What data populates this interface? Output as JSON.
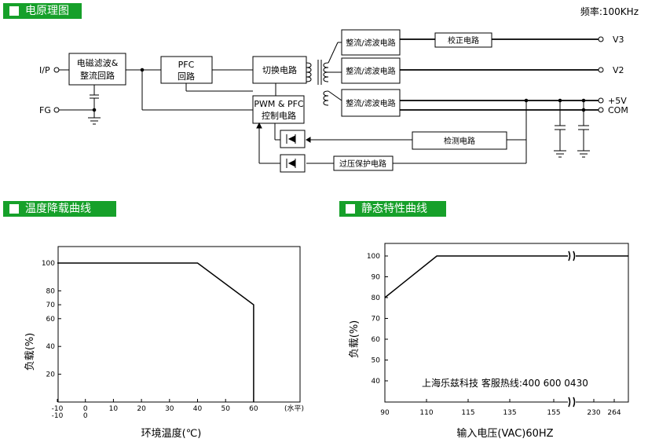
{
  "headers": {
    "schematic": "电原理图",
    "derating": "温度降载曲线",
    "static": "静态特性曲线"
  },
  "frequency": "频率:100KHz",
  "schematic": {
    "ip": "I/P",
    "fg": "FG",
    "emi_line1": "电磁滤波&",
    "emi_line2": "整流回路",
    "pfc_line1": "PFC",
    "pfc_line2": "回路",
    "switch": "切换电路",
    "pwm_line1": "PWM & PFC",
    "pwm_line2": "控制电路",
    "rect1": "整流/滤波电路",
    "rect2": "整流/滤波电路",
    "rect3": "整流/滤波电路",
    "correct": "校正电路",
    "detect": "检测电路",
    "ovp": "过压保护电路",
    "v3": "V3",
    "v2": "V2",
    "v5": "+5V",
    "com": "COM"
  },
  "chart_data": [
    {
      "type": "line",
      "xlabel": "环境温度(℃)",
      "ylabel": "负载(%)",
      "x_ticks": [
        "-10",
        "0",
        "10",
        "20",
        "30",
        "40",
        "50",
        "60"
      ],
      "x_ticks_row2": [
        "-10",
        "0"
      ],
      "x_unit": "(水平)",
      "y_ticks": [
        "20",
        "40",
        "60",
        "70",
        "80",
        "100"
      ],
      "series": [
        {
          "x": [
            -10,
            40,
            60,
            60
          ],
          "y": [
            100,
            100,
            70,
            0
          ]
        }
      ]
    },
    {
      "type": "line",
      "xlabel": "输入电压(VAC)60HZ",
      "ylabel": "负载(%)",
      "x_ticks": [
        "90",
        "110",
        "115",
        "135",
        "155",
        "230",
        "264"
      ],
      "y_ticks": [
        "40",
        "50",
        "60",
        "70",
        "80",
        "90",
        "100"
      ],
      "series": [
        {
          "x": [
            90,
            110,
            264
          ],
          "y": [
            80,
            100,
            100
          ]
        }
      ]
    }
  ],
  "watermark": "上海乐兹科技 客服热线:400 600 0430"
}
